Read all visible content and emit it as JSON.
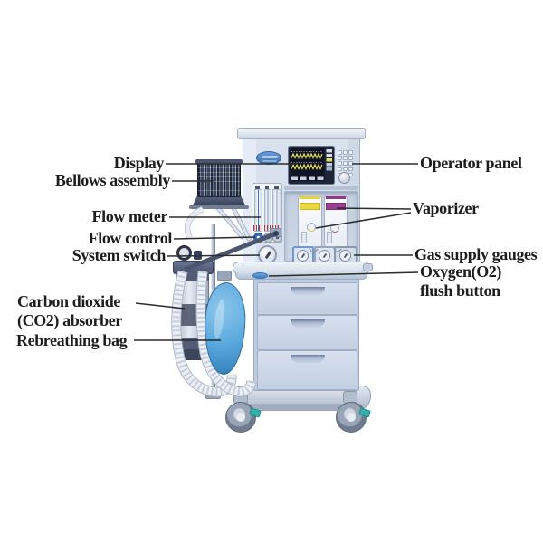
{
  "figure": {
    "subject": "anesthesia-machine-labeled-diagram"
  },
  "labels": {
    "display": "Display",
    "bellows_assembly": "Bellows assembly",
    "flow_meter": "Flow meter",
    "flow_control": "Flow control",
    "system_switch": "System switch",
    "co2_absorber_line1": "Carbon dioxide",
    "co2_absorber_line2": "(CO2) absorber",
    "rebreathing_bag": "Rebreathing bag",
    "operator_panel": "Operator panel",
    "vaporizer": "Vaporizer",
    "gas_supply_gauges": "Gas supply gauges",
    "oxygen_flush_line1": "Oxygen(O2)",
    "oxygen_flush_line2": "flush button"
  },
  "callouts": {
    "left": [
      "display",
      "bellows_assembly",
      "flow_meter",
      "flow_control",
      "system_switch",
      "co2_absorber",
      "rebreathing_bag"
    ],
    "right": [
      "operator_panel",
      "vaporizer",
      "gas_supply_gauges",
      "oxygen_flush"
    ]
  },
  "colors": {
    "label_text": "#1d1d1d",
    "leader_line": "#2c2c2c",
    "machine_body": "#dbe3ef",
    "screen_background": "#101626",
    "waveform_yellow": "#e9e052",
    "logo_blue": "#4b82c4",
    "vaporizer_yellow": "#e9d83e",
    "vaporizer_purple": "#9c3f90",
    "rebreathing_bag_blue": "#57a7dc",
    "flow_knob_blue": "#2e6fc2",
    "o2_flush_blue": "#4b8fd6",
    "caster_brake_teal": "#34b0aa"
  }
}
